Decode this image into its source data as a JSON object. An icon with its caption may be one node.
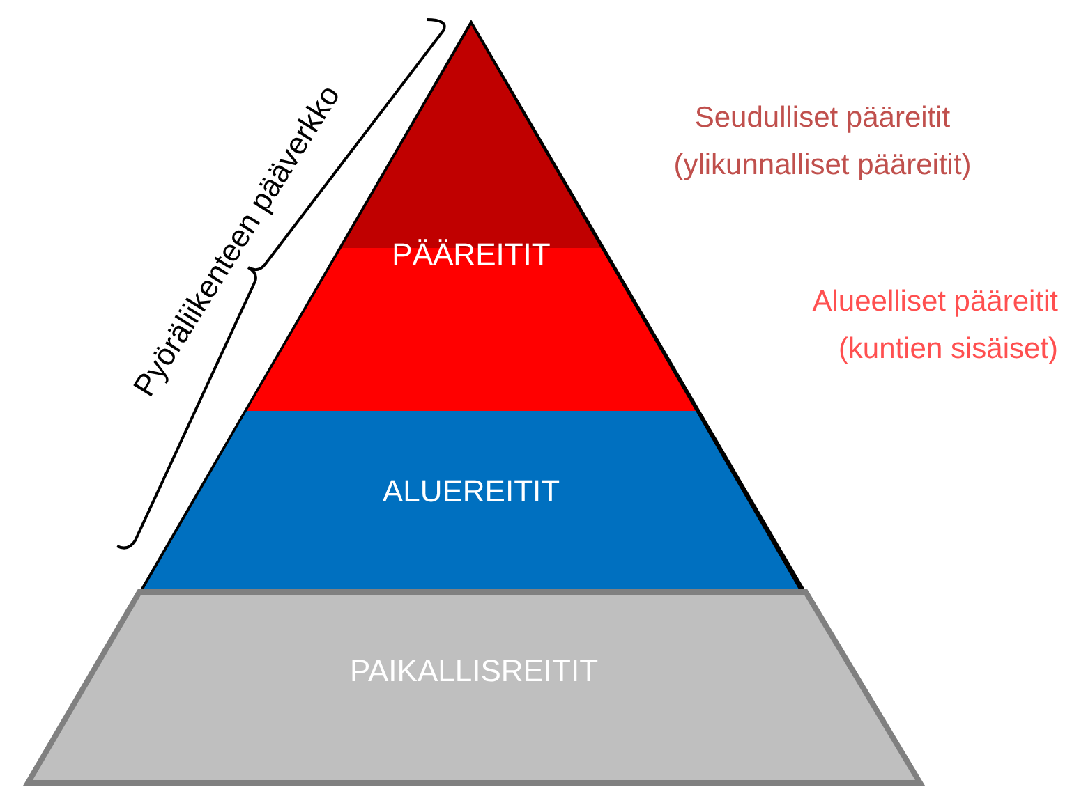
{
  "diagram": {
    "nodes": [
      {
        "text": [],
        "shape": "triangle"
      },
      {
        "text": [
          "PÄÄREITIT"
        ]
      },
      {
        "text": [
          "ALUEREITIT"
        ]
      },
      {
        "text": [
          "PAIKALLISREITIT"
        ]
      }
    ],
    "labels": [
      "Pyöräliikenteen pääverkko",
      "Seudulliset pääreitit (ylikunnalliset pääreitit)",
      "Alueelliset pääreitit (kuntien sisäiset)"
    ]
  }
}
